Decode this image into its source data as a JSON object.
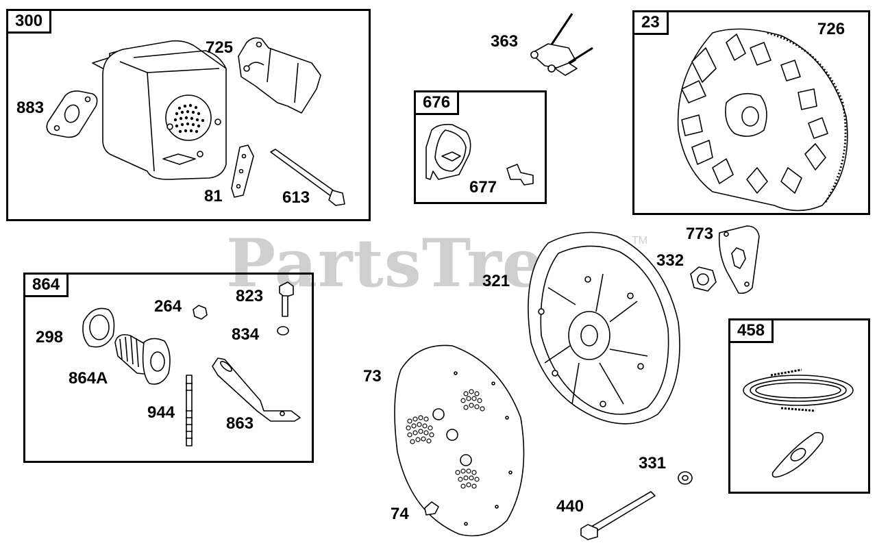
{
  "watermark": {
    "text": "PartsTree",
    "trademark": "TM"
  },
  "groups": [
    {
      "id": "300"
    },
    {
      "id": "676"
    },
    {
      "id": "23"
    },
    {
      "id": "864"
    },
    {
      "id": "458"
    }
  ],
  "parts": [
    "883",
    "725",
    "81",
    "613",
    "363",
    "677",
    "726",
    "773",
    "332",
    "321",
    "264",
    "823",
    "834",
    "298",
    "864A",
    "944",
    "863",
    "73",
    "74",
    "440",
    "331"
  ]
}
